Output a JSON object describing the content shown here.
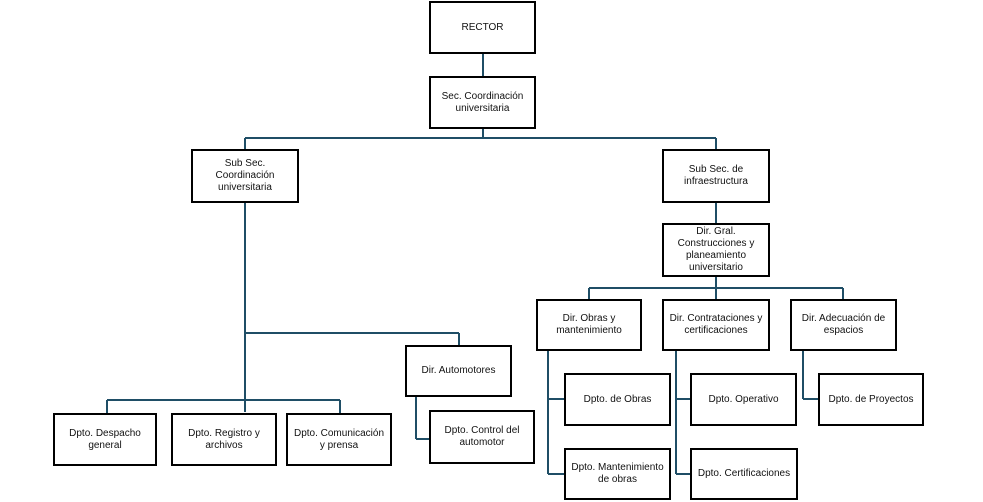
{
  "colors": {
    "connector": "#1f4e66",
    "box_border": "#000000",
    "text": "#111111",
    "background": "#ffffff"
  },
  "nodes": {
    "rector": "RECTOR",
    "sec_coordinacion": "Sec. Coordinación universitaria",
    "subsec_coordinacion": "Sub Sec. Coordinación universitaria",
    "subsec_infraestructura": "Sub Sec. de infraestructura",
    "dir_gral_construcciones": "Dir. Gral. Construcciones y planeamiento universitario",
    "dir_obras_mantenimiento": "Dir. Obras y mantenimiento",
    "dir_contrataciones": "Dir. Contrataciones y certificaciones",
    "dir_adecuacion": "Dir. Adecuación de espacios",
    "dir_automotores": "Dir. Automotores",
    "dpto_despacho": "Dpto. Despacho general",
    "dpto_registro": "Dpto. Registro y archivos",
    "dpto_comunicacion": "Dpto. Comunicación y prensa",
    "dpto_control_automotor": "Dpto. Control del automotor",
    "dpto_obras": "Dpto. de Obras",
    "dpto_mantenimiento_obras": "Dpto. Mantenimiento de obras",
    "dpto_operativo": "Dpto. Operativo",
    "dpto_certificaciones": "Dpto. Certificaciones",
    "dpto_proyectos": "Dpto. de Proyectos"
  }
}
